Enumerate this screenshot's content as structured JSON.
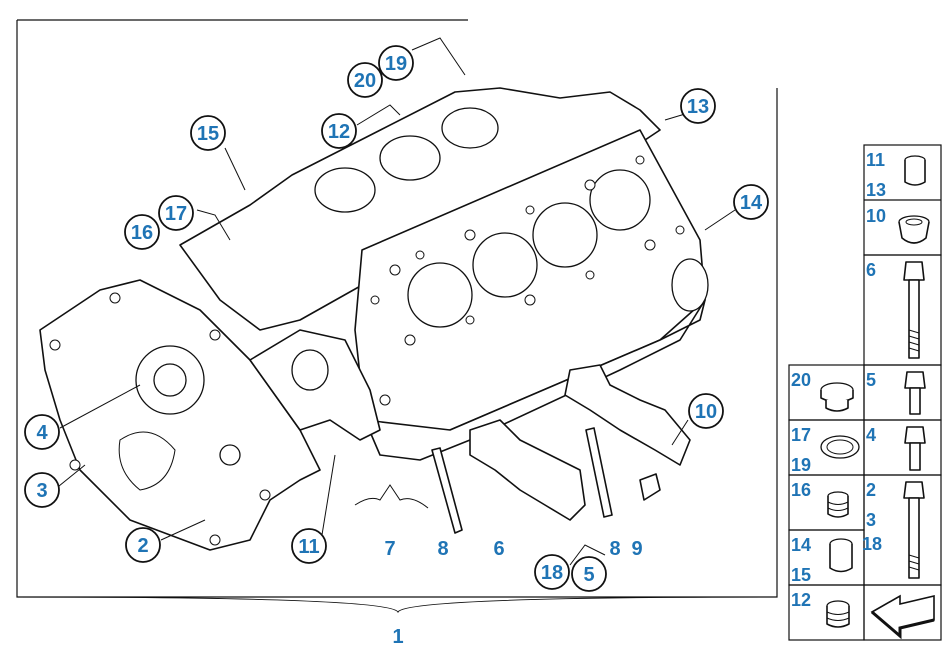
{
  "main_label": "1",
  "callouts": {
    "c19": "19",
    "c20": "20",
    "c12": "12",
    "c15": "15",
    "c13": "13",
    "c17": "17",
    "c16": "16",
    "c14": "14",
    "c4": "4",
    "c3": "3",
    "c2": "2",
    "c11": "11",
    "c10": "10",
    "c18": "18",
    "c5": "5"
  },
  "plain_labels": {
    "p7": "7",
    "p8a": "8",
    "p6": "6",
    "p8b": "8",
    "p9": "9"
  },
  "legend": {
    "r1a": "11",
    "r1b": "13",
    "r2": "10",
    "r3": "6",
    "r4l": "20",
    "r4r": "5",
    "r5l1": "17",
    "r5l2": "19",
    "r5r": "4",
    "r6l": "16",
    "r6r1": "2",
    "r6r2": "3",
    "r6r3": "18",
    "r7l1": "14",
    "r7l2": "15",
    "r8l": "12"
  },
  "colors": {
    "label": "#1f74b5",
    "line": "#111111"
  }
}
